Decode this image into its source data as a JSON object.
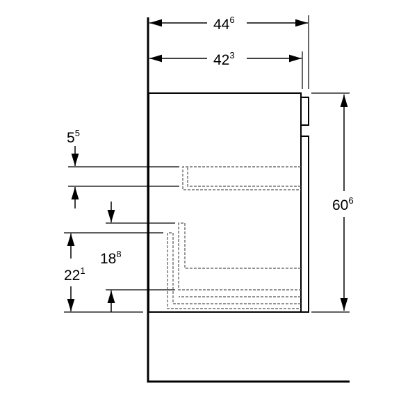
{
  "dimensions": {
    "overall_depth": {
      "main": "44",
      "sup": "6"
    },
    "cabinet_depth": {
      "main": "42",
      "sup": "3"
    },
    "height": {
      "main": "60",
      "sup": "6"
    },
    "shelf_gap": {
      "main": "5",
      "sup": "5"
    },
    "drawer_height": {
      "main": "18",
      "sup": "8"
    },
    "drawer_offset": {
      "main": "22",
      "sup": "1"
    }
  },
  "colors": {
    "line": "#000000",
    "dashed": "#555555"
  }
}
